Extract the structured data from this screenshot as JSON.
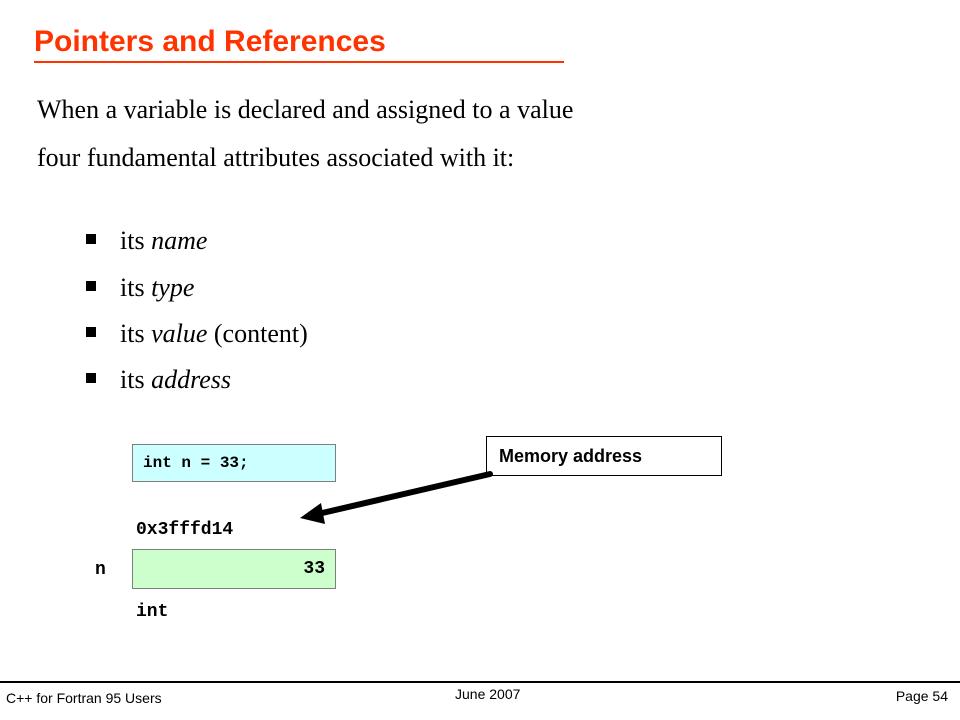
{
  "slide": {
    "title": "Pointers and References",
    "intro_line1": "When a variable is declared and assigned to a value",
    "intro_line2": "four fundamental attributes associated with it:",
    "bullets": [
      {
        "prefix": "its ",
        "term": "name",
        "suffix": ""
      },
      {
        "prefix": "its ",
        "term": "type",
        "suffix": ""
      },
      {
        "prefix": "its ",
        "term": "value",
        "suffix": " (content)"
      },
      {
        "prefix": "its ",
        "term": "address",
        "suffix": ""
      }
    ]
  },
  "diagram": {
    "code": "int n = 33;",
    "address": "0x3fffd14",
    "var_name": "n",
    "value": "33",
    "type": "int",
    "callout": "Memory address"
  },
  "footer": {
    "left": "C++ for Fortran 95 Users",
    "center": "June 2007",
    "right": "Page 54"
  },
  "colors": {
    "title": "#ff3300",
    "code_box": "#ccffff",
    "value_box": "#ccffcc"
  }
}
